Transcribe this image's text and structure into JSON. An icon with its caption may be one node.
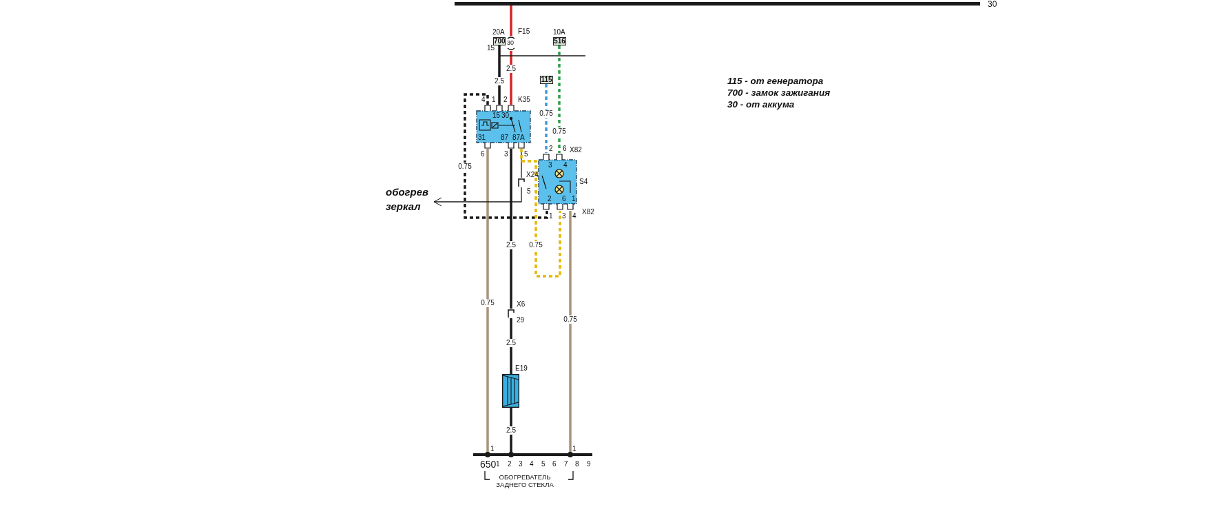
{
  "diagram": {
    "nodes": [
      {
        "text": [],
        "shape": "bar",
        "beside": [
          "30"
        ]
      },
      {
        "text": [
          "700"
        ],
        "beside": [
          "20A",
          "15"
        ]
      },
      {
        "text": [
          "30"
        ],
        "beside": [
          "F15"
        ]
      },
      {
        "text": [
          "516"
        ],
        "beside": [
          "10A"
        ]
      },
      {
        "text": [
          "115"
        ]
      },
      {
        "text": [
          "15",
          "30",
          "31",
          "87",
          "87A"
        ],
        "beside": [
          "K35",
          "4",
          "1",
          "2",
          "6",
          "3",
          "5"
        ]
      },
      {
        "text": [
          "3",
          "4",
          "2",
          "6",
          "1"
        ],
        "beside": [
          "S4",
          "2",
          "6",
          "X82",
          "1",
          "3",
          "4",
          "X82"
        ]
      },
      {
        "text": [],
        "shape": "box",
        "beside": [
          "X24",
          "5"
        ]
      },
      {
        "text": [],
        "shape": "box",
        "beside": [
          "X6",
          "29"
        ]
      },
      {
        "text": [],
        "shape": "box",
        "beside": [
          "E19"
        ]
      },
      {
        "text": [],
        "shape": "bar",
        "beside": [
          "650",
          "1",
          "2",
          "3",
          "4",
          "5",
          "6",
          "7",
          "8",
          "9",
          "ОБОГРЕВАТЕЛЬ ЗАДНЕГО СТЕКЛА"
        ]
      },
      {
        "text": [
          "обогрев зеркал"
        ]
      }
    ],
    "edges": [
      {
        "from": 0,
        "to": 2,
        "arrow": "none",
        "color": "#d8232a"
      },
      {
        "from": 2,
        "to": 5,
        "arrow": "none",
        "label": "2.5",
        "color": "#d8232a"
      },
      {
        "from": 1,
        "to": 5,
        "arrow": "none",
        "label": "2.5"
      },
      {
        "from": 1,
        "to": null,
        "arrow": "none"
      },
      {
        "from": 3,
        "to": 6,
        "arrow": "none",
        "label": "0.75",
        "style": "dashed",
        "color": "#2f9e4c"
      },
      {
        "from": 4,
        "to": 6,
        "arrow": "none",
        "label": "0.75",
        "style": "dashed",
        "color": "#3b9bd8"
      },
      {
        "from": 5,
        "to": 6,
        "arrow": "none",
        "label": "0.75",
        "style": "dashed"
      },
      {
        "from": 5,
        "to": 10,
        "arrow": "other",
        "label": "0.75",
        "color": "#a8937a"
      },
      {
        "from": 5,
        "to": 8,
        "arrow": "none",
        "label": "2.5"
      },
      {
        "from": 8,
        "to": 9,
        "arrow": "none",
        "label": "2.5"
      },
      {
        "from": 9,
        "to": 10,
        "arrow": "other",
        "label": "2.5"
      },
      {
        "from": 5,
        "to": 7,
        "arrow": "none"
      },
      {
        "from": 7,
        "to": 11,
        "arrow": "to"
      },
      {
        "from": 5,
        "to": 6,
        "arrow": "none",
        "label": "0.75",
        "style": "dashed",
        "color": "#e6b800"
      },
      {
        "from": 6,
        "to": 10,
        "arrow": "other",
        "label": "0.75",
        "color": "#a8937a"
      }
    ],
    "labels": [
      "1",
      "1",
      "115 - от генератора",
      "700 - замок зажигания",
      "30 - от аккума"
    ]
  }
}
